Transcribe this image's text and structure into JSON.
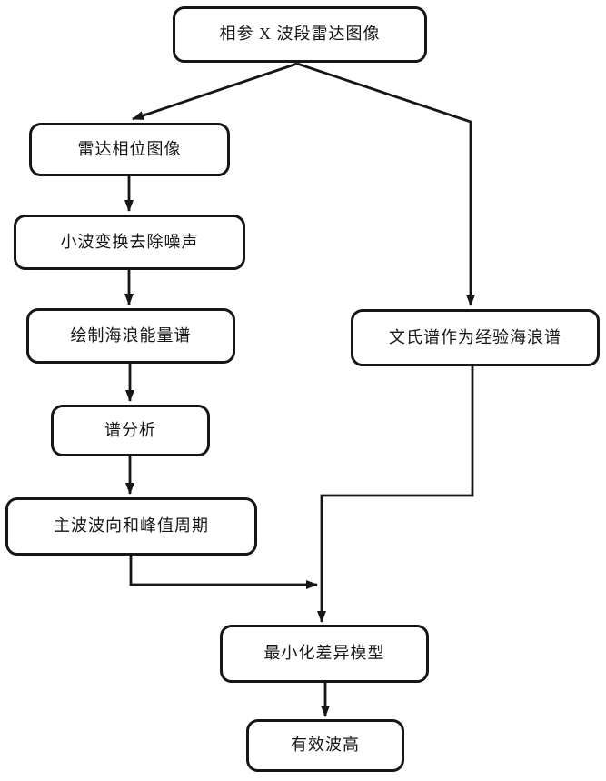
{
  "diagram": {
    "type": "flowchart",
    "background_color": "#ffffff",
    "node_fill_color": "#ffffff",
    "line_color": "#161616",
    "nodes": [
      {
        "id": "coherent-x-band-radar-image",
        "label": "相参 X 波段雷达图像"
      },
      {
        "id": "radar-phase-image",
        "label": "雷达相位图像"
      },
      {
        "id": "wavelet-transform-denoise",
        "label": "小波变换去除噪声"
      },
      {
        "id": "draw-wave-energy-spectrum",
        "label": "绘制海浪能量谱"
      },
      {
        "id": "spectrum-analysis",
        "label": "谱分析"
      },
      {
        "id": "main-wave-direction-peak-period",
        "label": "主波波向和峰值周期"
      },
      {
        "id": "wen-spectrum-empirical-wave",
        "label": "文氏谱作为经验海浪谱"
      },
      {
        "id": "minimize-difference-model",
        "label": "最小化差异模型"
      },
      {
        "id": "significant-wave-height",
        "label": "有效波高"
      }
    ],
    "edges": [
      {
        "from": "coherent-x-band-radar-image",
        "to": "radar-phase-image"
      },
      {
        "from": "coherent-x-band-radar-image",
        "to": "wen-spectrum-empirical-wave"
      },
      {
        "from": "radar-phase-image",
        "to": "wavelet-transform-denoise"
      },
      {
        "from": "wavelet-transform-denoise",
        "to": "draw-wave-energy-spectrum"
      },
      {
        "from": "draw-wave-energy-spectrum",
        "to": "spectrum-analysis"
      },
      {
        "from": "spectrum-analysis",
        "to": "main-wave-direction-peak-period"
      },
      {
        "from": "main-wave-direction-peak-period",
        "to": "minimize-difference-model"
      },
      {
        "from": "wen-spectrum-empirical-wave",
        "to": "minimize-difference-model"
      },
      {
        "from": "minimize-difference-model",
        "to": "significant-wave-height"
      }
    ]
  }
}
